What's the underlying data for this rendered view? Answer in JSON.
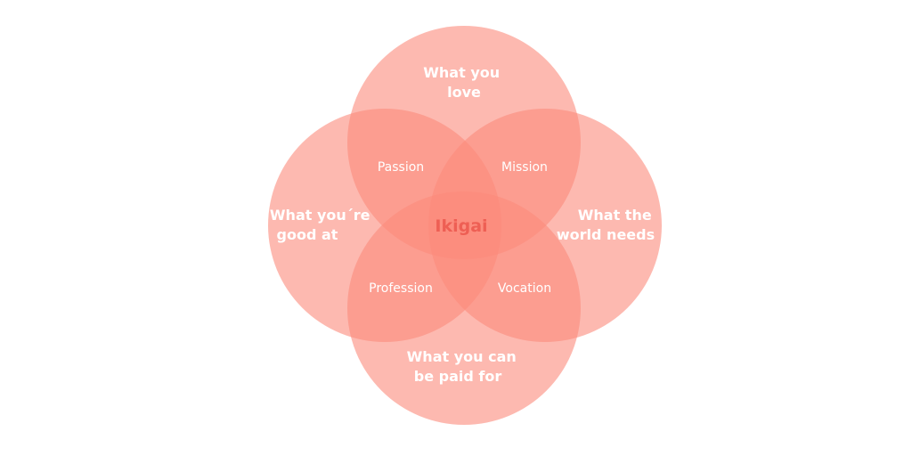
{
  "diagram": {
    "circles": {
      "love": [
        "What you",
        "love"
      ],
      "good_at": [
        "What you´re",
        "good at"
      ],
      "world_needs": [
        "What the",
        "world needs"
      ],
      "paid_for": [
        "What you can",
        "be paid for"
      ]
    },
    "overlaps": {
      "passion": "Passion",
      "mission": "Mission",
      "profession": "Profession",
      "vocation": "Vocation"
    },
    "center": "Ikigai"
  },
  "colors": {
    "circle_fill": "#fc8a7b",
    "center_text": "#ee5f54",
    "label_text": "#ffffff"
  }
}
